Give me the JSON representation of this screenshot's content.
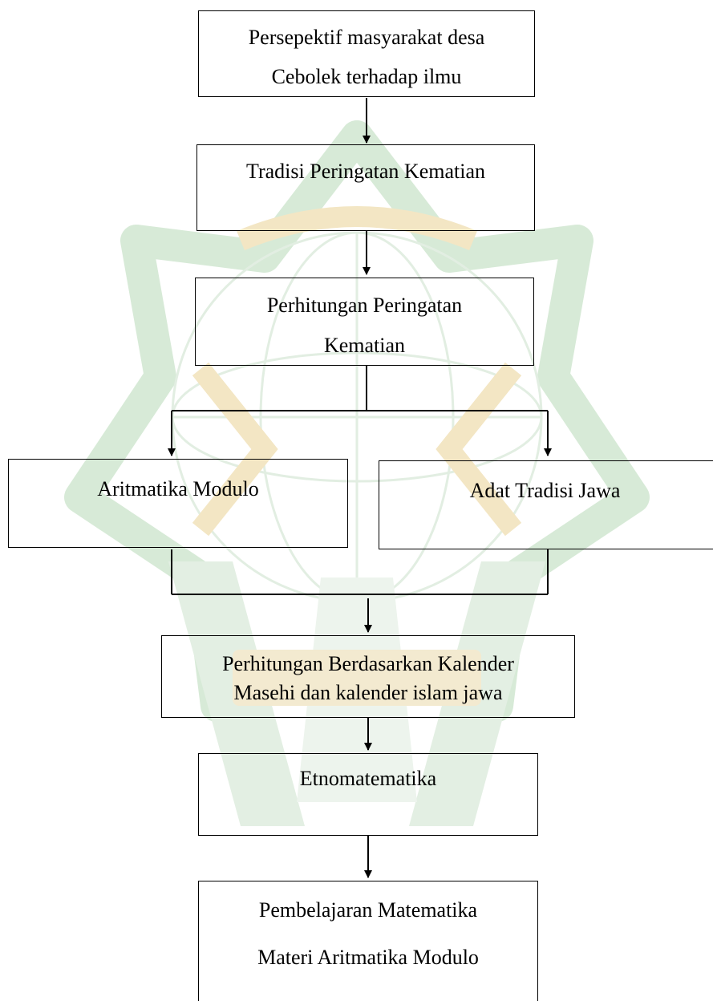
{
  "nodes": {
    "perspektif": {
      "lines": [
        "Persepektif  masyarakat desa",
        "Cebolek terhadap ilmu"
      ]
    },
    "tradisi": {
      "lines": [
        "Tradisi Peringatan Kematian"
      ]
    },
    "perhitungan": {
      "lines": [
        "Perhitungan Peringatan",
        "Kematian"
      ]
    },
    "aritmatika": {
      "lines": [
        "Aritmatika Modulo"
      ]
    },
    "adat": {
      "lines": [
        "Adat Tradisi Jawa"
      ]
    },
    "kalender": {
      "lines": [
        "Perhitungan Berdasarkan Kalender",
        "Masehi dan kalender islam jawa"
      ]
    },
    "etno": {
      "lines": [
        "Etnomatematika"
      ]
    },
    "pembelajaran": {
      "lines": [
        "Pembelajaran Matematika",
        "Materi Aritmatika Modulo"
      ]
    }
  },
  "colors": {
    "line": "#000000",
    "watermark_green": "#cfe6cf",
    "watermark_gold": "#f2e3bd"
  }
}
